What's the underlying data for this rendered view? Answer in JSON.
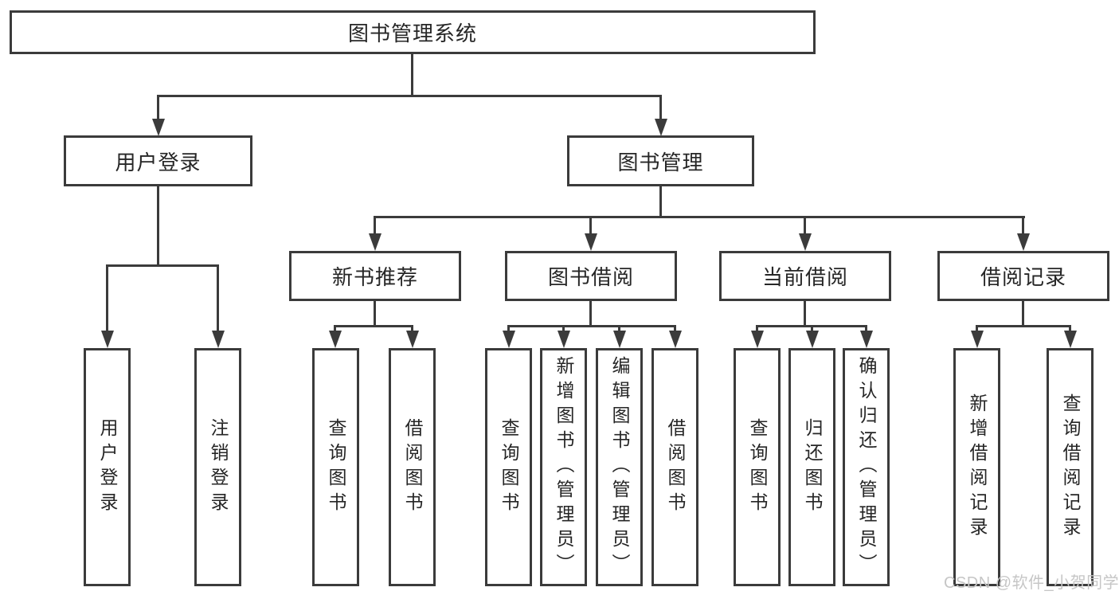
{
  "tree": {
    "root": {
      "label": "图书管理系统"
    },
    "branches": [
      {
        "label": "用户登录",
        "leaves": [
          {
            "label": "用户登录"
          },
          {
            "label": "注销登录"
          }
        ]
      },
      {
        "label": "图书管理",
        "groups": [
          {
            "label": "新书推荐",
            "leaves": [
              {
                "label": "查询图书"
              },
              {
                "label": "借阅图书"
              }
            ]
          },
          {
            "label": "图书借阅",
            "leaves": [
              {
                "label": "查询图书"
              },
              {
                "label": "新增图书（管理员）"
              },
              {
                "label": "编辑图书（管理员）"
              },
              {
                "label": "借阅图书"
              }
            ]
          },
          {
            "label": "当前借阅",
            "leaves": [
              {
                "label": "查询图书"
              },
              {
                "label": "归还图书"
              },
              {
                "label": "确认归还（管理员）"
              }
            ]
          },
          {
            "label": "借阅记录",
            "leaves": [
              {
                "label": "新增借阅记录"
              },
              {
                "label": "查询借阅记录"
              }
            ]
          }
        ]
      }
    ]
  },
  "colors": {
    "line": "#3b3b3b",
    "text": "#262626",
    "watermark": "#c6c6c6",
    "background": "#ffffff"
  },
  "watermark": {
    "text": "CSDN @软件_小贺同学"
  }
}
